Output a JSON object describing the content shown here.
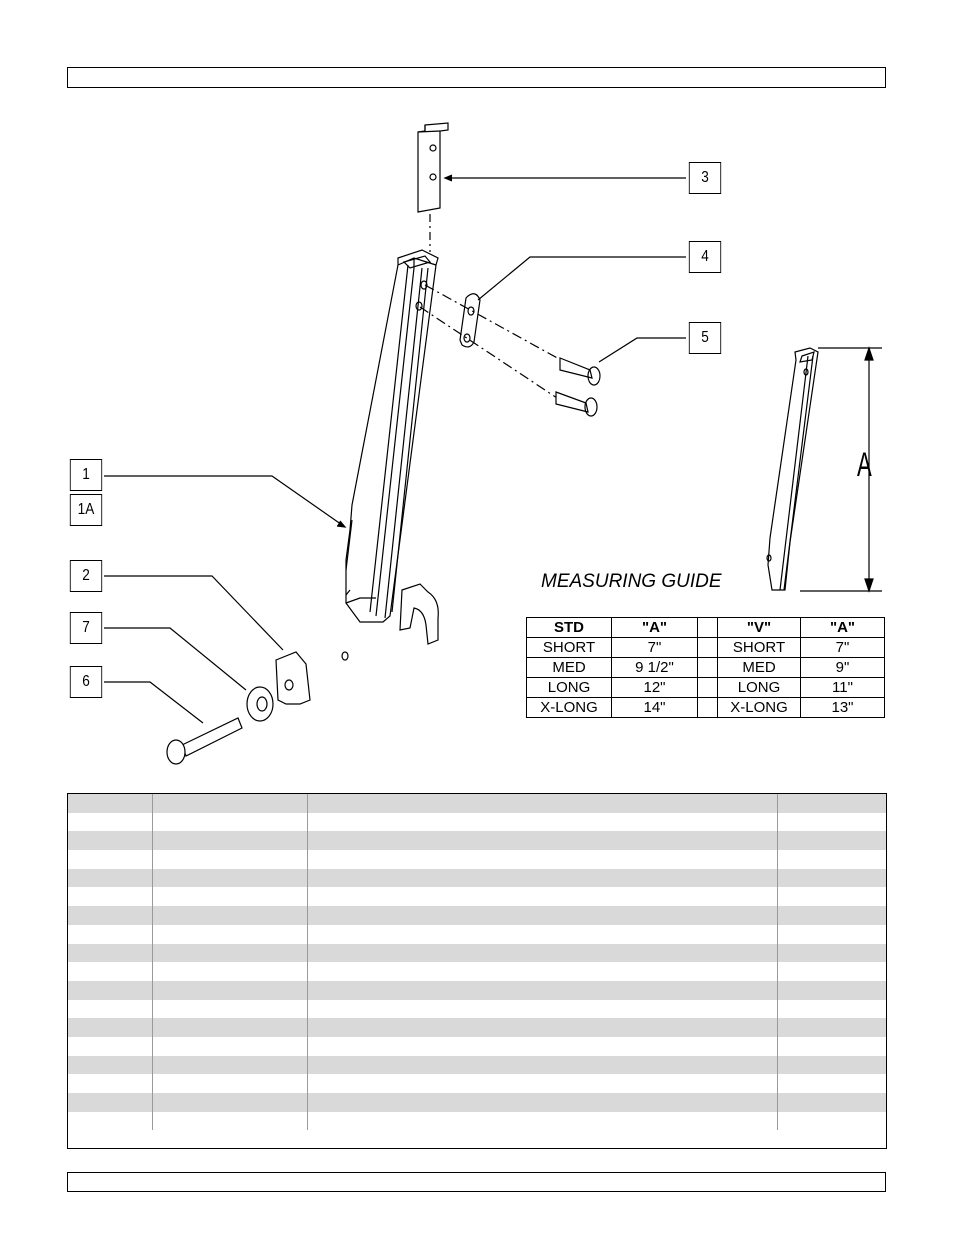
{
  "callouts": [
    "1",
    "1A",
    "2",
    "7",
    "6",
    "3",
    "4",
    "5"
  ],
  "measuring_guide": {
    "title": "MEASURING GUIDE",
    "dimension_label": "A",
    "headers": [
      "STD",
      "\"A\"",
      "\"V\"",
      "\"A\""
    ],
    "rows": [
      [
        "SHORT",
        "7\"",
        "SHORT",
        "7\""
      ],
      [
        "MED",
        "9 1/2\"",
        "MED",
        "9\""
      ],
      [
        "LONG",
        "12\"",
        "LONG",
        "11\""
      ],
      [
        "X-LONG",
        "14\"",
        "X-LONG",
        "13\""
      ]
    ]
  },
  "parts_table": {
    "row_count": 18,
    "shaded_color": "#d9d9d9"
  }
}
